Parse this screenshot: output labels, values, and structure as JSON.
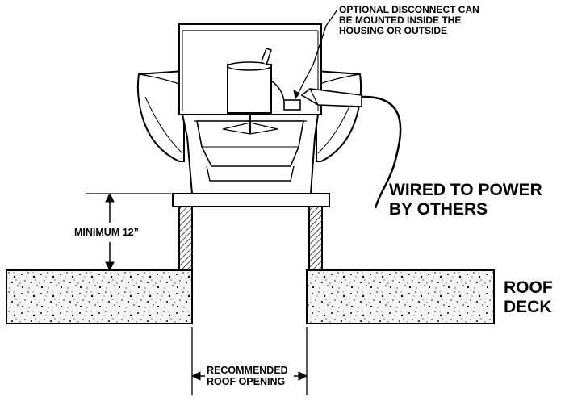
{
  "labels": {
    "disconnect_note": [
      "OPTIONAL DISCONNECT CAN",
      "BE MOUNTED INSIDE THE",
      "HOUSING OR OUTSIDE"
    ],
    "wired_note": [
      "WIRED TO POWER",
      "BY OTHERS"
    ],
    "minimum": "MINIMUM 12”",
    "roof_deck": [
      "ROOF",
      "DECK"
    ],
    "opening": [
      "RECOMMENDED",
      "ROOF OPENING"
    ]
  }
}
